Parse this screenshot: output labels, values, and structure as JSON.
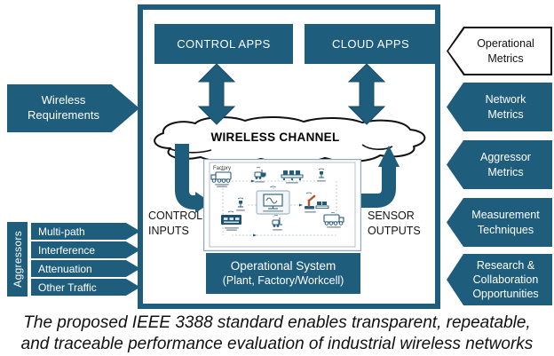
{
  "colors": {
    "teal": "#1F5D7D",
    "teal_dark": "#174B63",
    "robot_accent": "#B5532E",
    "cloud_outline": "#111111",
    "text": "#111111"
  },
  "system": {
    "control_apps": "CONTROL APPS",
    "cloud_apps": "CLOUD APPS",
    "wireless_channel": "WIRELESS CHANNEL",
    "control_inputs": {
      "line1": "CONTROL",
      "line2": "INPUTS"
    },
    "sensor_outputs": {
      "line1": "SENSOR",
      "line2": "OUTPUTS"
    },
    "factory_label": "Factory",
    "operational_system": {
      "line1": "Operational System",
      "line2": "(Plant, Factory/Workcell)"
    }
  },
  "left": {
    "wireless_requirements": {
      "line1": "Wireless",
      "line2": "Requirements"
    },
    "aggressors_label": "Aggressors",
    "aggressor_items": [
      "Multi-path",
      "Interference",
      "Attenuation",
      "Other Traffic"
    ]
  },
  "right_metrics": [
    {
      "lines": [
        "Operational",
        "Metrics"
      ],
      "style": "outline"
    },
    {
      "lines": [
        "Network",
        "Metrics"
      ],
      "style": "filled"
    },
    {
      "lines": [
        "Aggressor",
        "Metrics"
      ],
      "style": "filled"
    },
    {
      "lines": [
        "Measurement",
        "Techniques"
      ],
      "style": "filled"
    },
    {
      "lines": [
        "Research &",
        "Collaboration",
        "Opportunities"
      ],
      "style": "filled"
    }
  ],
  "caption": {
    "lines": [
      "The proposed IEEE 3388 standard enables transparent, repeatable,",
      "and traceable performance evaluation of industrial wireless networks"
    ]
  }
}
